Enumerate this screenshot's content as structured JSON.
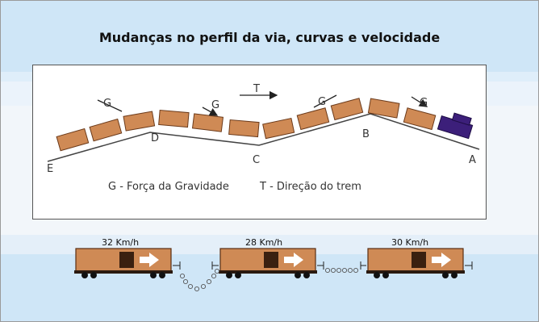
{
  "title": "Mudanças no perfil da via, curvas e velocidade",
  "diagram": {
    "point_labels": [
      "A",
      "B",
      "C",
      "D",
      "E"
    ],
    "gravity_symbol": "G",
    "train_direction_symbol": "T",
    "legend": {
      "gravity": "G - Força da Gravidade",
      "direction": "T - Direção do trem"
    }
  },
  "trains": [
    {
      "speed": "32 Km/h"
    },
    {
      "speed": "28 Km/h"
    },
    {
      "speed": "30 Km/h"
    }
  ],
  "colors": {
    "wagon_body": "#cf8a55",
    "wagon_edge": "#6b3a1a",
    "locomotive": "#3c1f7a",
    "background": "#cfe6f7"
  }
}
